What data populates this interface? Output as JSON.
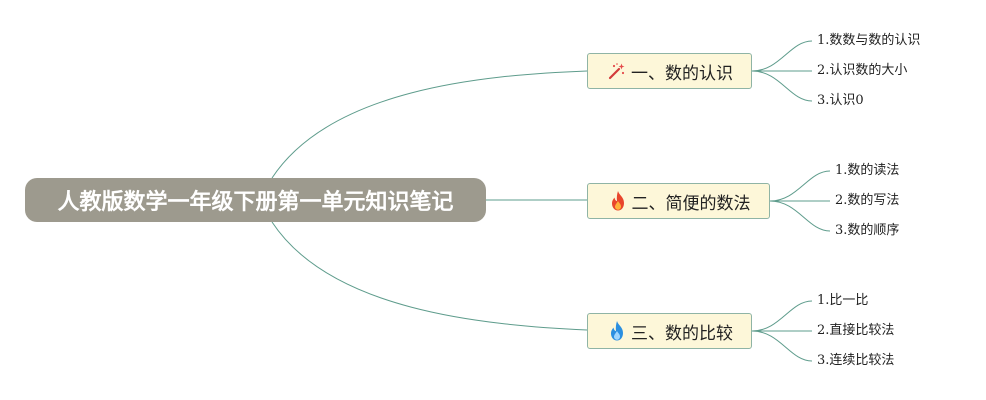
{
  "root": {
    "label": "人教版数学一年级下册第一单元知识笔记"
  },
  "branches": [
    {
      "label": "一、数的认识",
      "icon": "magic-wand-icon",
      "leaves": [
        "1.数数与数的认识",
        "2.认识数的大小",
        "3.认识0"
      ]
    },
    {
      "label": "二、简便的数法",
      "icon": "fire-red-icon",
      "leaves": [
        "1.数的读法",
        "2.数的写法",
        "3.数的顺序"
      ]
    },
    {
      "label": "三、数的比较",
      "icon": "fire-blue-icon",
      "leaves": [
        "1.比一比",
        "2.直接比较法",
        "3.连续比较法"
      ]
    }
  ],
  "colors": {
    "root_fill": "#9d9a8e",
    "branch_fill": "#fdf7d9",
    "branch_border": "#8fb4a5",
    "connector": "#5e9c8c"
  }
}
